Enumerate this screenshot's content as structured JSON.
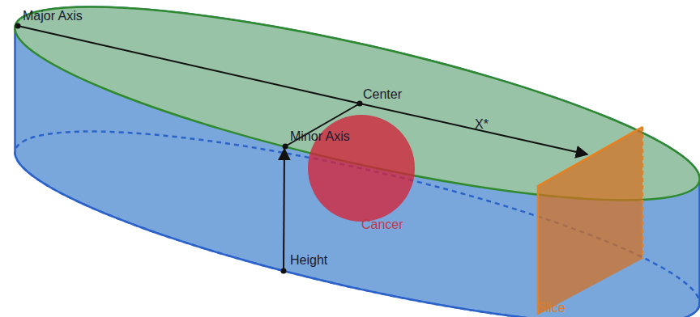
{
  "diagram": {
    "nodes": [
      {
        "text": [
          "Cancer"
        ]
      },
      {
        "text": [
          "Slice"
        ]
      }
    ],
    "labels": [
      "Major Axis",
      "Center",
      "X*",
      "Minor Axis",
      "Height"
    ]
  }
}
